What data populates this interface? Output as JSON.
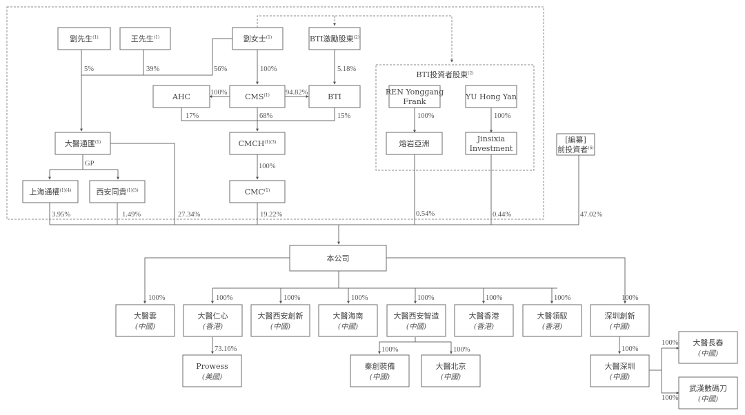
{
  "title": "Shareholding structure chart",
  "nodes": {
    "liu_xiansheng": {
      "label": "劉先生",
      "note": "(1)"
    },
    "wang_xiansheng": {
      "label": "王先生",
      "note": "(1)"
    },
    "liu_nushi": {
      "label": "劉女士",
      "note": "(1)"
    },
    "bti_incentive": {
      "label": "BTI激勵股東",
      "note": "(2)"
    },
    "ahc": {
      "label": "AHC",
      "note": ""
    },
    "cms": {
      "label": "CMS",
      "note": "(1)"
    },
    "bti": {
      "label": "BTI",
      "note": ""
    },
    "dayi_tonghui": {
      "label": "大醫通匯",
      "note": "(1)"
    },
    "cmch": {
      "label": "CMCH",
      "note": "(1)(3)"
    },
    "shanghai_tongquan": {
      "label": "上海通權",
      "note": "(1)(4)"
    },
    "xian_tonggui": {
      "label": "西安同貴",
      "note": "(1)(5)"
    },
    "cmc": {
      "label": "CMC",
      "note": "(1)"
    },
    "ren": {
      "label": "REN Yonggang",
      "label2": "Frank"
    },
    "yu": {
      "label": "YU Hong Yan"
    },
    "rongyan": {
      "label": "熔岩亞洲"
    },
    "jinsixia": {
      "label": "Jinsixia",
      "label2": "Investment"
    },
    "pre_investors": {
      "label": "[編纂]",
      "label2": "前投資者",
      "note": "(6)"
    },
    "company": {
      "label": "本公司"
    },
    "dayi_yun": {
      "label": "大醫雲",
      "region": "(中國)"
    },
    "dayi_renxin": {
      "label": "大醫仁心",
      "region": "(香港)"
    },
    "dayi_xian_chuangxin": {
      "label": "大醫西安創新",
      "region": "(中國)"
    },
    "dayi_hainan": {
      "label": "大醫海南",
      "region": "(中國)"
    },
    "dayi_xian_zhizao": {
      "label": "大醫西安智造",
      "region": "(中國)"
    },
    "dayi_hk": {
      "label": "大醫香港",
      "region": "(香港)"
    },
    "dayi_lingyu": {
      "label": "大醫領馭",
      "region": "(香港)"
    },
    "shenzhen_chuangxin": {
      "label": "深圳創新",
      "region": "(中國)"
    },
    "prowess": {
      "label": "Prowess",
      "region": "(美國)"
    },
    "qinchuang": {
      "label": "秦創裝備",
      "region": "(中國)"
    },
    "dayi_beijing": {
      "label": "大醫北京",
      "region": "(中國)"
    },
    "dayi_shenzhen": {
      "label": "大醫深圳",
      "region": "(中國)"
    },
    "dayi_changchun": {
      "label": "大醫長春",
      "region": "(中國)"
    },
    "wuhan_shumadao": {
      "label": "武漢數碼刀",
      "region": "(中國)"
    }
  },
  "group": {
    "bti_investors_title": "BTI投資者股東",
    "bti_investors_note": "(2)"
  },
  "edges": {
    "liu_xs_to_tonghui": "5%",
    "wang_to_tonghui": "39%",
    "liu_ns_to_tonghui": "56%",
    "liu_ns_to_cms": "100%",
    "incentive_to_bti": "5.18%",
    "cms_to_ahc": "100%",
    "cms_to_bti": "94.82%",
    "ahc_to_cmch": "17%",
    "cms_to_cmch": "68%",
    "bti_to_cmch": "15%",
    "tonghui_gp": "GP",
    "cmch_to_cmc": "100%",
    "ren_to_rongyan": "100%",
    "yu_to_jinsixia": "100%",
    "shanghai_to_company": "3.95%",
    "xian_to_company": "1.49%",
    "tonghui_to_company": "27.34%",
    "cmc_to_company": "19.22%",
    "rongyan_to_company": "0.54%",
    "jinsixia_to_company": "0.44%",
    "pre_to_company": "47.02%",
    "to_yun": "100%",
    "to_renxin": "100%",
    "to_xian_chuangxin": "100%",
    "to_hainan": "100%",
    "to_xian_zhizao": "100%",
    "to_hk": "100%",
    "to_lingyu": "100%",
    "to_shenzhen_chuangxin": "100%",
    "renxin_to_prowess": "73.16%",
    "zhizao_to_qinchuang": "100%",
    "zhizao_to_beijing": "100%",
    "chuangxin_to_dayi_shenzhen": "100%",
    "shenzhen_to_changchun": "100%",
    "shenzhen_to_wuhan": "100%"
  }
}
